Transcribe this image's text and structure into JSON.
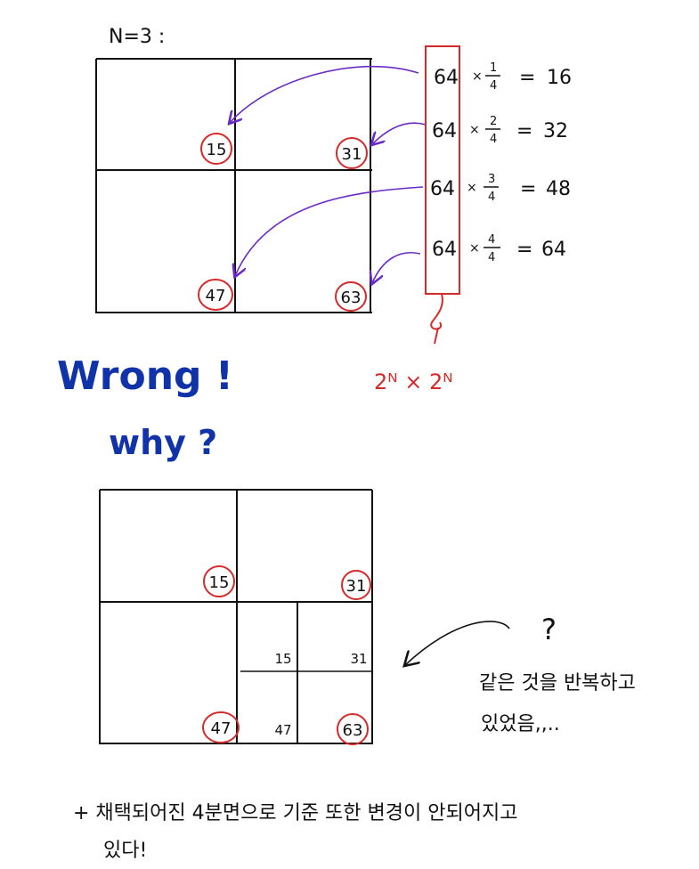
{
  "heading": "N=3 :",
  "top_grid": {
    "labels": [
      "15",
      "31",
      "47",
      "63"
    ]
  },
  "formulas": [
    {
      "base": "64",
      "num": "1",
      "den": "4",
      "result": "16"
    },
    {
      "base": "64",
      "num": "2",
      "den": "4",
      "result": "32"
    },
    {
      "base": "64",
      "num": "3",
      "den": "4",
      "result": "48"
    },
    {
      "base": "64",
      "num": "4",
      "den": "4",
      "result": "64"
    }
  ],
  "times_sign": "×",
  "equals_sign": "=",
  "formula_note": "2ᴺ × 2ᴺ",
  "wrong_text": "Wrong !",
  "why_text": "why ?",
  "bottom_grid": {
    "labels": [
      "15",
      "31",
      "47",
      "63"
    ],
    "inner_labels": [
      "15",
      "31",
      "47"
    ]
  },
  "question_mark": "?",
  "repeat_note_line1": "같은 것을 반복하고",
  "repeat_note_line2": "있었음,,..",
  "footer_line1": "+ 채택되어진 4분면으로 기준 또한 변경이 안되어지고",
  "footer_line2": "있다!",
  "colors": {
    "ink": "#111111",
    "red": "#d62a2a",
    "purple": "#6a2bc4",
    "blue": "#1133aa"
  }
}
